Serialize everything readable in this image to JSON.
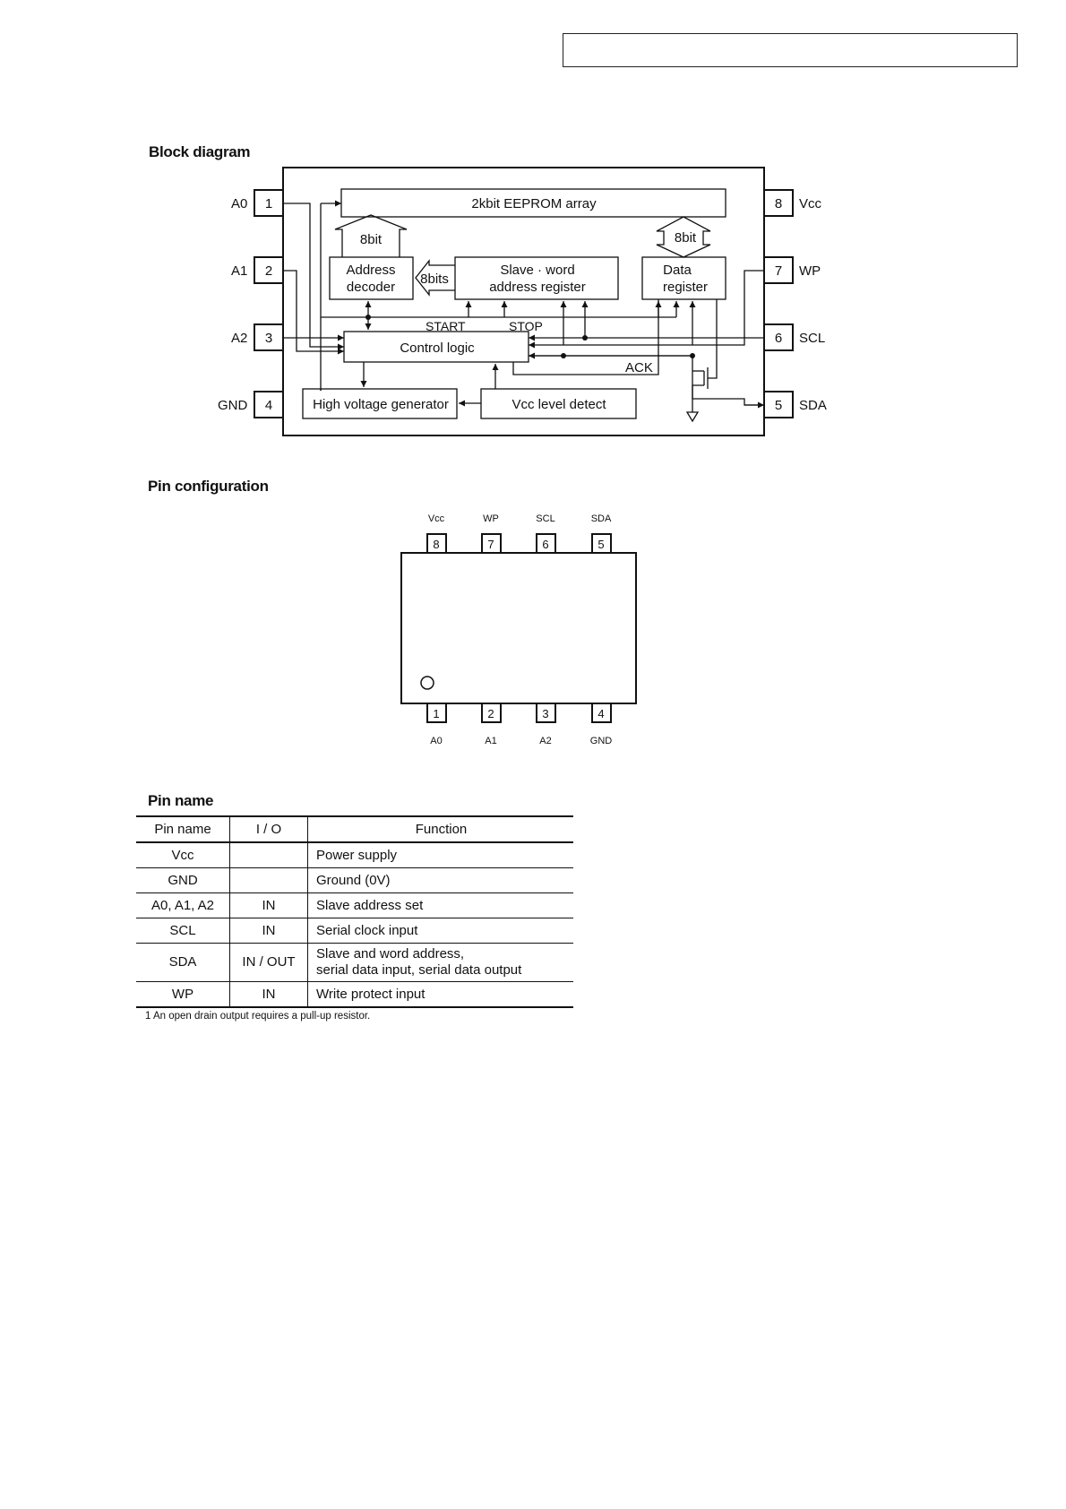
{
  "sections": {
    "block_diagram": "Block diagram",
    "pin_configuration": "Pin configuration",
    "pin_name": "Pin name"
  },
  "block_diagram": {
    "left_pins": [
      {
        "name": "A0",
        "num": "1"
      },
      {
        "name": "A1",
        "num": "2"
      },
      {
        "name": "A2",
        "num": "3"
      },
      {
        "name": "GND",
        "num": "4"
      }
    ],
    "right_pins": [
      {
        "name": "Vcc",
        "num": "8"
      },
      {
        "name": "WP",
        "num": "7"
      },
      {
        "name": "SCL",
        "num": "6"
      },
      {
        "name": "SDA",
        "num": "5"
      }
    ],
    "blocks": {
      "eeprom": "2kbit EEPROM array",
      "addr_decoder_l1": "Address",
      "addr_decoder_l2": "decoder",
      "slave_reg_l1": "Slave · word",
      "slave_reg_l2": "address register",
      "data_reg_l1": "Data",
      "data_reg_l2": "register",
      "control": "Control logic",
      "hv_gen": "High voltage generator",
      "vcc_detect": "Vcc level detect"
    },
    "labels": {
      "bus_8bit_left": "8bit",
      "bus_8bit_right": "8bit",
      "bus_8bits": "8bits",
      "start": "START",
      "stop": "STOP",
      "ack": "ACK"
    }
  },
  "pin_configuration": {
    "top_pins": [
      {
        "num": "8",
        "name": "Vcc"
      },
      {
        "num": "7",
        "name": "WP"
      },
      {
        "num": "6",
        "name": "SCL"
      },
      {
        "num": "5",
        "name": "SDA"
      }
    ],
    "bottom_pins": [
      {
        "num": "1",
        "name": "A0"
      },
      {
        "num": "2",
        "name": "A1"
      },
      {
        "num": "3",
        "name": "A2"
      },
      {
        "num": "4",
        "name": "GND"
      }
    ]
  },
  "pin_table": {
    "headers": [
      "Pin name",
      "I / O",
      "Function"
    ],
    "rows": [
      {
        "pin": "Vcc",
        "io": "",
        "fn1": "Power supply",
        "fn2": ""
      },
      {
        "pin": "GND",
        "io": "",
        "fn1": "Ground (0V)",
        "fn2": ""
      },
      {
        "pin": "A0, A1, A2",
        "io": "IN",
        "fn1": "Slave address set",
        "fn2": ""
      },
      {
        "pin": "SCL",
        "io": "IN",
        "fn1": "Serial clock input",
        "fn2": ""
      },
      {
        "pin": "SDA",
        "io": "IN / OUT",
        "fn1": "Slave and word address,",
        "fn2": "serial data input, serial data output"
      },
      {
        "pin": "WP",
        "io": "IN",
        "fn1": "Write protect input",
        "fn2": ""
      }
    ],
    "note": "1 An open drain output requires a pull-up resistor."
  }
}
